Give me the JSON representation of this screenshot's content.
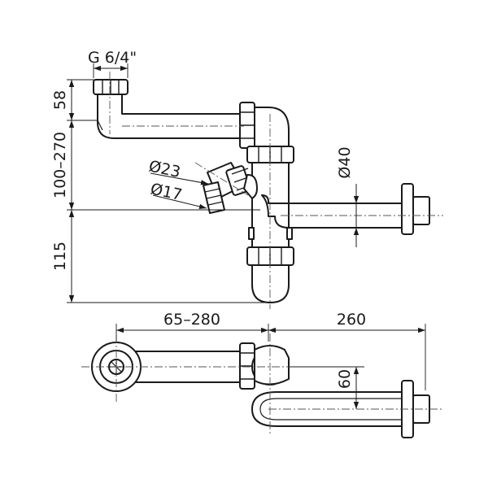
{
  "drawing": {
    "labels": {
      "thread": "G 6/4\"",
      "height_top": "58",
      "height_middle": "100–270",
      "height_bottom": "115",
      "diameter_hose_outer": "Ø23",
      "diameter_hose_inner": "Ø17",
      "diameter_pipe": "Ø40",
      "length_inlet": "65–280",
      "length_outlet": "260",
      "offset": "60"
    },
    "colors": {
      "line": "#1a1a1a",
      "background": "#ffffff"
    }
  }
}
